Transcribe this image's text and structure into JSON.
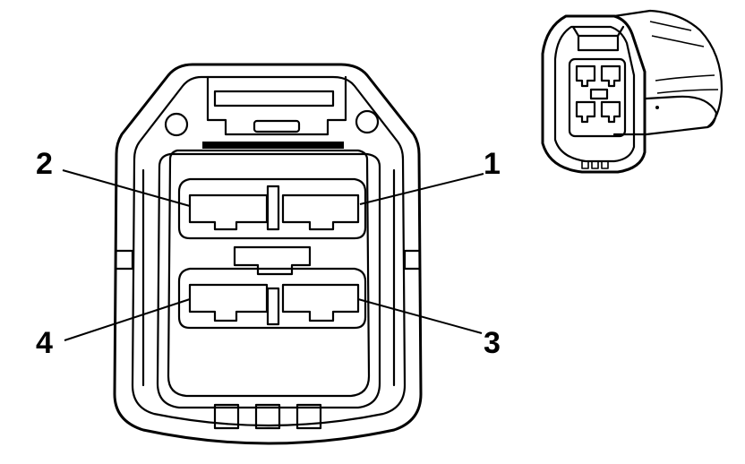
{
  "connector": {
    "pins": [
      {
        "label": "1"
      },
      {
        "label": "2"
      },
      {
        "label": "3"
      },
      {
        "label": "4"
      }
    ]
  },
  "colors": {
    "line": "#000000",
    "background": "#ffffff"
  }
}
